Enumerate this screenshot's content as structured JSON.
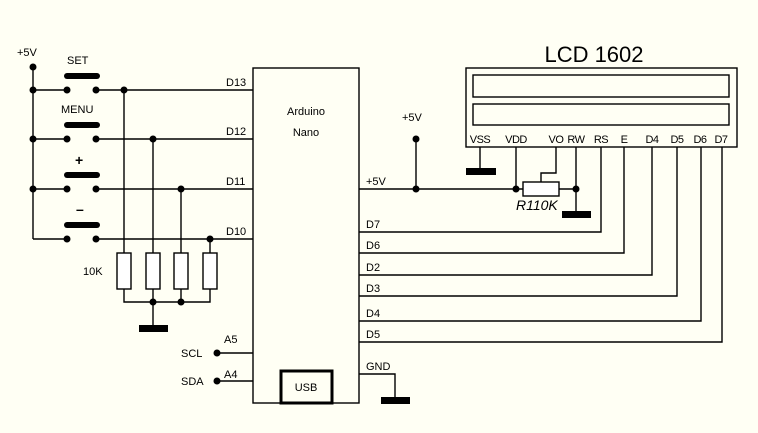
{
  "diagram": {
    "type": "circuit-schematic",
    "background": "#fffff4",
    "power": {
      "left_supply": "+5V",
      "mid_supply": "+5V",
      "nano_5v_pin": "+5V"
    },
    "buttons": [
      {
        "label": "SET",
        "arduino_pin": "D13"
      },
      {
        "label": "MENU",
        "arduino_pin": "D12"
      },
      {
        "label": "+",
        "arduino_pin": "D11"
      },
      {
        "label": "–",
        "arduino_pin": "D10"
      }
    ],
    "pulldown_resistor_label": "10K",
    "arduino": {
      "name_line1": "Arduino",
      "name_line2": "Nano",
      "usb_label": "USB",
      "left_pins": [
        "D13",
        "D12",
        "D11",
        "D10"
      ],
      "i2c": [
        {
          "signal": "SCL",
          "pin": "A5"
        },
        {
          "signal": "SDA",
          "pin": "A4"
        }
      ],
      "right_pins": [
        "D7",
        "D6",
        "D2",
        "D3",
        "D4",
        "D5"
      ],
      "gnd_label": "GND"
    },
    "lcd": {
      "title": "LCD 1602",
      "pins": [
        "VSS",
        "VDD",
        "VO",
        "RW",
        "RS",
        "E",
        "D4",
        "D5",
        "D6",
        "D7"
      ],
      "connections": [
        {
          "lcd_pin": "RS",
          "arduino_pin": "D7"
        },
        {
          "lcd_pin": "E",
          "arduino_pin": "D6"
        },
        {
          "lcd_pin": "D4",
          "arduino_pin": "D2"
        },
        {
          "lcd_pin": "D5",
          "arduino_pin": "D3"
        },
        {
          "lcd_pin": "D6",
          "arduino_pin": "D4"
        },
        {
          "lcd_pin": "D7",
          "arduino_pin": "D5"
        }
      ]
    },
    "potentiometer_label": "R110K"
  }
}
